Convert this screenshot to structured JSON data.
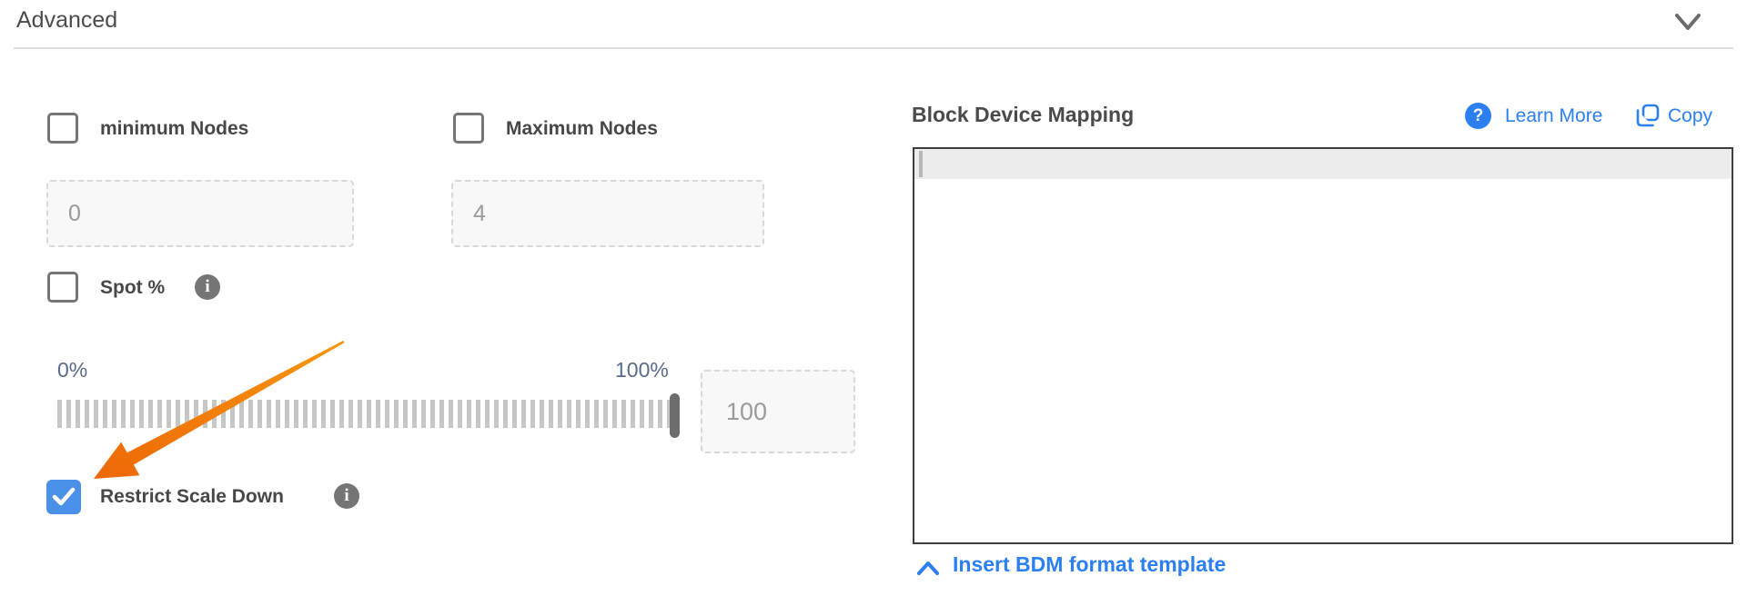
{
  "header": {
    "title": "Advanced"
  },
  "form": {
    "min_nodes": {
      "label": "minimum Nodes",
      "checked": false,
      "value": "0"
    },
    "max_nodes": {
      "label": "Maximum Nodes",
      "checked": false,
      "value": "4"
    },
    "spot": {
      "label": "Spot %",
      "checked": false
    },
    "slider": {
      "min_label": "0%",
      "max_label": "100%",
      "value": "100"
    },
    "restrict_scale_down": {
      "label": "Restrict Scale Down",
      "checked": true
    }
  },
  "bdm": {
    "title": "Block Device Mapping",
    "learn_more_label": "Learn More",
    "copy_label": "Copy",
    "editor_content": "",
    "insert_template_label": "Insert BDM format template"
  },
  "icons": {
    "info_glyph": "i",
    "help_glyph": "?"
  },
  "colors": {
    "link_blue": "#2b7ff0",
    "checkbox_checked_blue": "#4a90e8",
    "arrow_orange": "#f0720e",
    "slider_label_slate": "#596b8c",
    "label_gray": "#474747",
    "editor_border": "#3e3e3e"
  }
}
